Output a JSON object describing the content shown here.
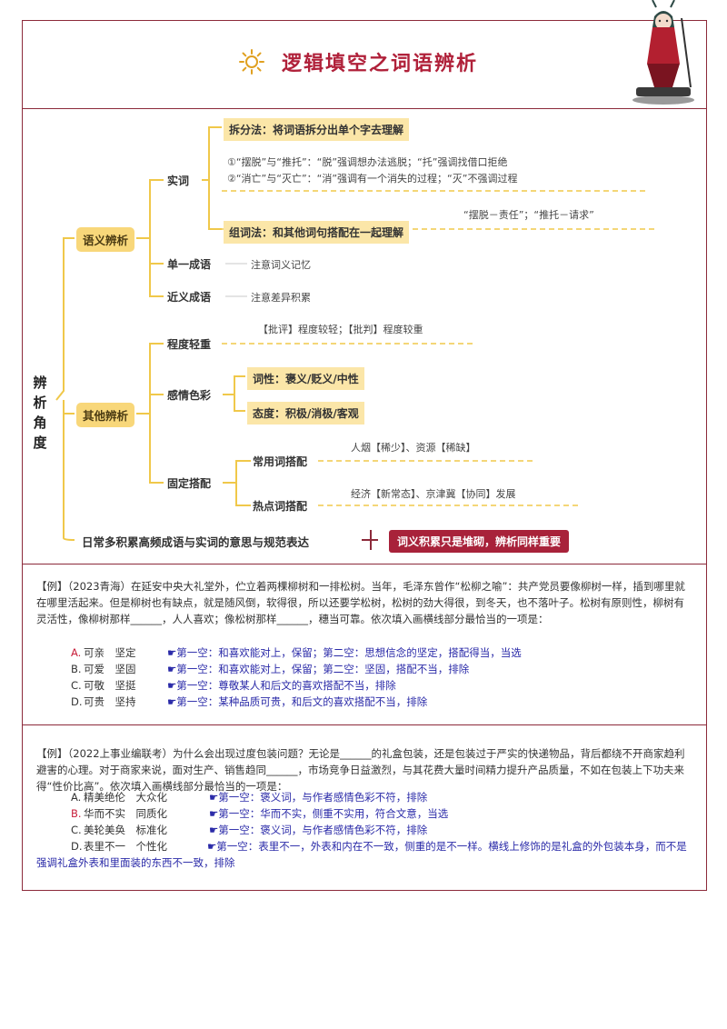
{
  "title": "逻辑填空之词语辨析",
  "map": {
    "root": [
      "辨",
      "析",
      "角",
      "度"
    ],
    "semantic": {
      "label": "语义辨析",
      "shici": "实词",
      "split_method": "拆分法：将词语拆分出单个字去理解",
      "split_note1": "①“摆脱”与“推托”：“脱”强调想办法逃脱；“托”强调找借口拒绝",
      "split_note2": "②“消亡”与“灭亡”：“消”强调有一个消失的过程；“灭”不强调过程",
      "combine_example": "“摆脱－责任”；“推托－请求”",
      "combine_method": "组词法：和其他词句搭配在一起理解",
      "single_idiom": "单一成语",
      "single_idiom_note": "注意词义记忆",
      "near_idiom": "近义成语",
      "near_idiom_note": "注意差异积累"
    },
    "other": {
      "label": "其他辨析",
      "degree": "程度轻重",
      "degree_note": "【批评】程度较轻；【批判】程度较重",
      "emotion": "感情色彩",
      "emotion_a": "词性：褒义/贬义/中性",
      "emotion_b": "态度：积极/消极/客观",
      "fixed": "固定搭配",
      "fixed_common": "常用词搭配",
      "fixed_common_note": "人烟【稀少】、资源【稀缺】",
      "fixed_hot": "热点词搭配",
      "fixed_hot_note": "经济【新常态】、京津冀【协同】发展"
    },
    "bottom_note": "日常多积累高频成语与实词的意思与规范表达",
    "badge": "词义积累只是堆砌，辨析同样重要"
  },
  "example1": {
    "stem": "【例】（2023青海）在延安中央大礼堂外，伫立着两棵柳树和一排松树。当年，毛泽东曾作“松柳之喻”：共产党员要像柳树一样，插到哪里就在哪里活起来。但是柳树也有缺点，就是随风倒，软得很，所以还要学松树，松树的劲大得很，到冬天，也不落叶子。松树有原则性，柳树有灵活性，像柳树那样______，人人喜欢；像松树那样______，穗当可靠。依次填入画横线部分最恰当的一项是：",
    "options": [
      {
        "letter": "A.",
        "words": "可亲　坚定",
        "analysis": "☛第一空：和喜欢能对上，保留；第二空：思想信念的坚定，搭配得当，当选",
        "correct": true
      },
      {
        "letter": "B.",
        "words": "可爱　坚固",
        "analysis": "☛第一空：和喜欢能对上，保留；第二空：坚固，搭配不当，排除",
        "correct": false
      },
      {
        "letter": "C.",
        "words": "可敬　坚挺",
        "analysis": "☛第一空：尊敬某人和后文的喜欢搭配不当，排除",
        "correct": false
      },
      {
        "letter": "D.",
        "words": "可贵　坚持",
        "analysis": "☛第一空：某种品质可贵，和后文的喜欢搭配不当，排除",
        "correct": false
      }
    ]
  },
  "example2": {
    "stem": "【例】（2022上事业编联考）为什么会出现过度包装问题？无论是______的礼盒包装，还是包装过于严实的快递物品，背后都绕不开商家趋利避害的心理。对于商家来说，面对生产、销售趋同______，市场竞争日益激烈，与其花费大量时间精力提升产品质量，不如在包装上下功夫来得“性价比高”。依次填入画横线部分最恰当的一项是：",
    "options": [
      {
        "letter": "A.",
        "words": "精美绝伦　大众化",
        "analysis": "☛第一空：褒义词，与作者感情色彩不符，排除",
        "correct": false
      },
      {
        "letter": "B.",
        "words": "华而不实　同质化",
        "analysis": "☛第一空：华而不实，侧重不实用，符合文意，当选",
        "correct": true
      },
      {
        "letter": "C.",
        "words": "美轮美奂　标准化",
        "analysis": "☛第一空：褒义词，与作者感情色彩不符，排除",
        "correct": false
      },
      {
        "letter": "D.",
        "words": "表里不一　个性化",
        "analysis": "☛第一空：表里不一，外表和内在不一致，侧重的是不一样。横线上修饰的是礼盒的外包装本身，而不是强调礼盒外表和里面装的东西不一致，排除",
        "correct": false
      }
    ]
  },
  "colors": {
    "frame": "#8c2a3a",
    "title": "#b0213a",
    "pill": "#f8d77a",
    "highlight": "#fbe6a8",
    "answer": "#c81e3a",
    "analysis": "#2a2aa8",
    "badge": "#a8223a"
  },
  "icons": {
    "title_icon": "sun-icon",
    "mascot": "anime-character-illustration"
  }
}
